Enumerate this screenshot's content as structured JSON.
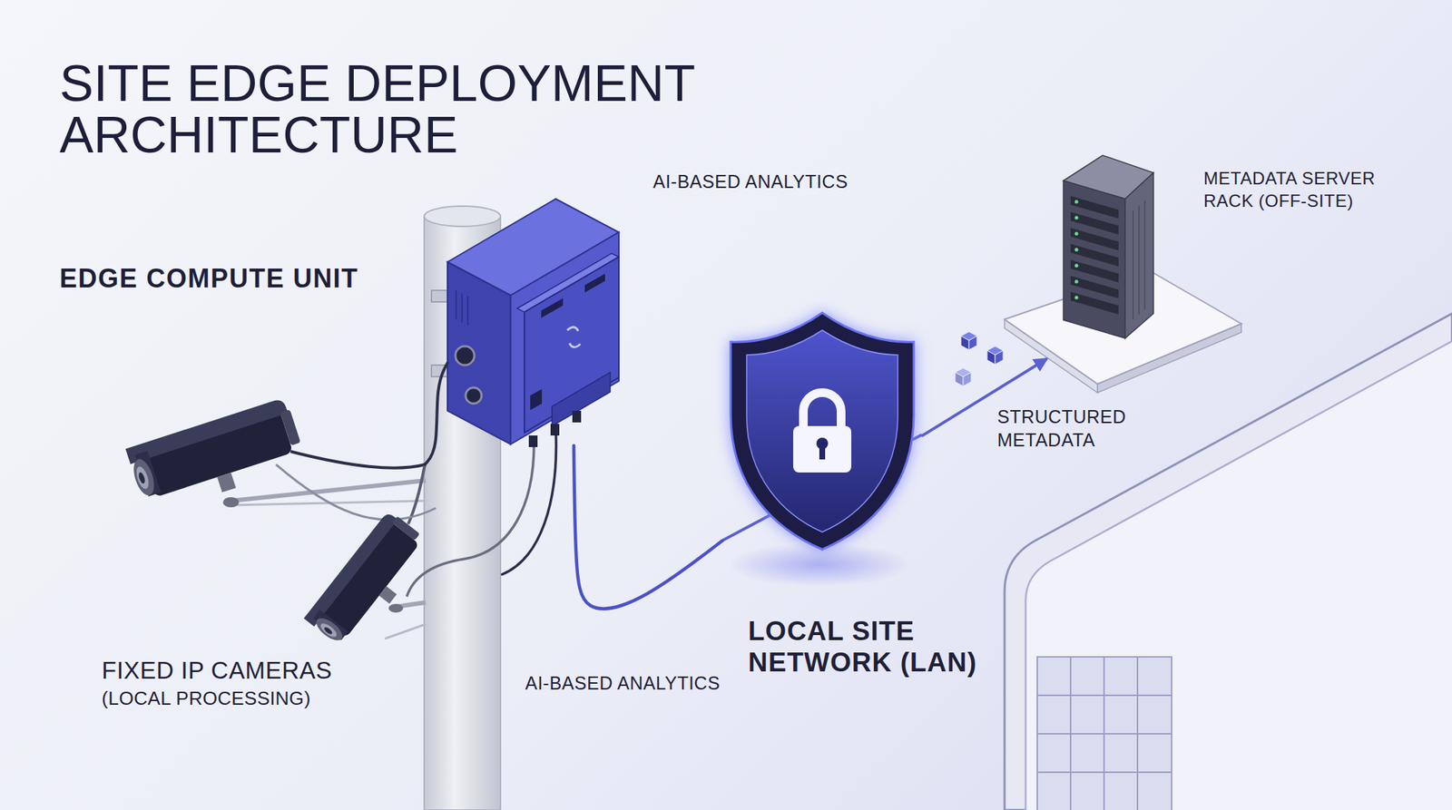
{
  "diagram": {
    "title": "SITE EDGE DEPLOYMENT ARCHITECTURE",
    "nodes": [
      {
        "text": [
          "EDGE COMPUTE UNIT"
        ]
      },
      {
        "text": [
          "METADATA SERVER RACK (OFF-SITE)"
        ]
      },
      {
        "text": [
          "LOCAL SITE NETWORK (LAN)"
        ]
      },
      {
        "text": [
          "FIXED IP CAMERAS",
          "(LOCAL PROCESSING)"
        ]
      }
    ],
    "edges": [
      {
        "from": 3,
        "to": 0,
        "arrow": "none"
      },
      {
        "from": 0,
        "to": 2,
        "arrow": "none"
      },
      {
        "from": 2,
        "to": 1,
        "label": "STRUCTURED METADATA",
        "arrow": "to"
      }
    ],
    "labels": [
      "AI-BASED ANALYTICS",
      "AI-BASED ANALYTICS"
    ]
  }
}
